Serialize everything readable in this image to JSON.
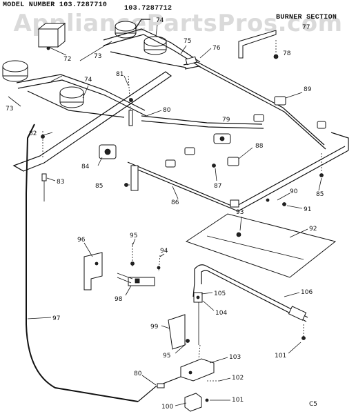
{
  "header": {
    "model_label": "MODEL NUMBER 103.7287710",
    "model_alt": "103.7287712",
    "section_title": "BURNER SECTION"
  },
  "watermark": "AppliancePartsPros.com",
  "footer_code": "C5",
  "labels": {
    "p72": "72",
    "p73a": "73",
    "p74a": "74",
    "p75": "75",
    "p76": "76",
    "p77": "77",
    "p78": "78",
    "p73b": "73",
    "p74b": "74",
    "p81": "81",
    "p89": "89",
    "p80a": "80",
    "p79": "79",
    "p82": "82",
    "p88": "88",
    "p84": "84",
    "p83": "83",
    "p87": "87",
    "p85a": "85",
    "p90": "90",
    "p85b": "85",
    "p86": "86",
    "p91": "91",
    "p93": "93",
    "p92": "92",
    "p96": "96",
    "p95a": "95",
    "p94": "94",
    "p98": "98",
    "p105": "105",
    "p106": "106",
    "p104": "104",
    "p97": "97",
    "p99": "99",
    "p95b": "95",
    "p101a": "101",
    "p103": "103",
    "p80b": "80",
    "p102": "102",
    "p100": "100",
    "p101b": "101"
  },
  "colors": {
    "ink": "#111111",
    "watermark": "#bdbdbd",
    "paper": "#ffffff"
  }
}
